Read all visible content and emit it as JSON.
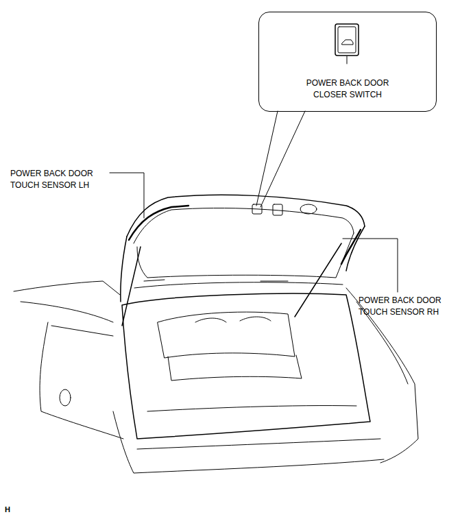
{
  "diagram": {
    "nodes": [
      {
        "text": [
          "POWER BACK DOOR CLOSER SWITCH"
        ]
      }
    ],
    "labels": [
      "POWER BACK DOOR TOUCH SENSOR LH",
      "POWER BACK DOOR TOUCH SENSOR RH",
      "H"
    ]
  }
}
